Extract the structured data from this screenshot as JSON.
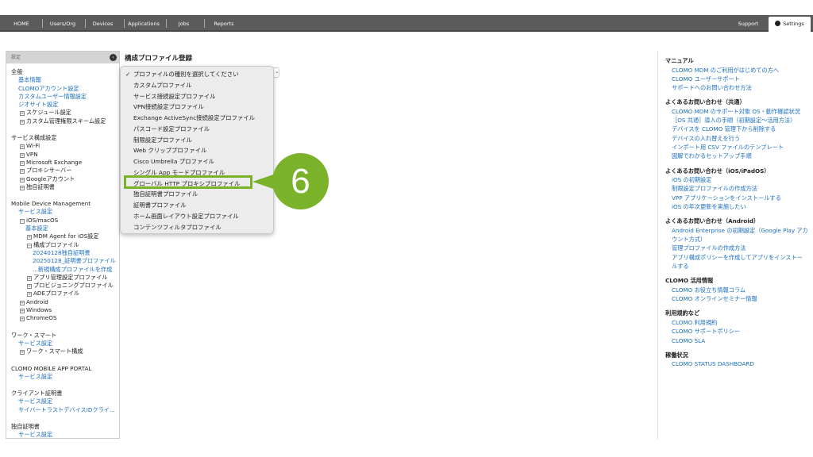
{
  "topnav": {
    "items": [
      "HOME",
      "Users/Org",
      "Devices",
      "Applications",
      "Jobs",
      "Reports"
    ],
    "support": "Support",
    "settings": "Settings"
  },
  "sidebar": {
    "header": "設定",
    "sections": [
      {
        "title": "全般",
        "items": [
          {
            "t": "基本情報",
            "k": "link",
            "l": 1
          },
          {
            "t": "CLOMOアカウント設定",
            "k": "link",
            "l": 1
          },
          {
            "t": "カスタムユーザー情報設定",
            "k": "link",
            "l": 1
          },
          {
            "t": "ジオサイト設定",
            "k": "link",
            "l": 1
          },
          {
            "t": "スケジュール設定",
            "k": "exp",
            "l": 1
          },
          {
            "t": "カスタム管理権限スキーム設定",
            "k": "exp",
            "l": 1
          }
        ]
      },
      {
        "title": "サービス構成設定",
        "items": [
          {
            "t": "Wi-Fi",
            "k": "exp",
            "l": 1
          },
          {
            "t": "VPN",
            "k": "exp",
            "l": 1
          },
          {
            "t": "Microsoft Exchange",
            "k": "exp",
            "l": 1
          },
          {
            "t": "プロキシサーバー",
            "k": "exp",
            "l": 1
          },
          {
            "t": "Googleアカウント",
            "k": "exp",
            "l": 1
          },
          {
            "t": "独自証明書",
            "k": "exp",
            "l": 1
          }
        ]
      },
      {
        "title": "Mobile Device Management",
        "items": [
          {
            "t": "サービス設定",
            "k": "link",
            "l": 1
          },
          {
            "t": "iOS/macOS",
            "k": "col",
            "l": 1
          },
          {
            "t": "基本設定",
            "k": "link",
            "l": 2
          },
          {
            "t": "MDM Agent for iOS設定",
            "k": "exp",
            "l": 2
          },
          {
            "t": "構成プロファイル",
            "k": "col",
            "l": 2
          },
          {
            "t": "20240128独自証明書",
            "k": "link",
            "l": 3
          },
          {
            "t": "20250128_証明書プロファイル",
            "k": "link",
            "l": 3
          },
          {
            "t": "...新規構成プロファイルを作成",
            "k": "link",
            "l": 3
          },
          {
            "t": "アプリ管理設定プロファイル",
            "k": "exp",
            "l": 2
          },
          {
            "t": "プロビジョニングプロファイル",
            "k": "exp",
            "l": 2
          },
          {
            "t": "ADEプロファイル",
            "k": "exp",
            "l": 2
          },
          {
            "t": "Android",
            "k": "exp",
            "l": 1
          },
          {
            "t": "Windows",
            "k": "exp",
            "l": 1
          },
          {
            "t": "ChromeOS",
            "k": "exp",
            "l": 1
          }
        ]
      },
      {
        "title": "ワーク・スマート",
        "items": [
          {
            "t": "サービス設定",
            "k": "link",
            "l": 1
          },
          {
            "t": "ワーク・スマート構成",
            "k": "exp",
            "l": 1
          }
        ]
      },
      {
        "title": "CLOMO MOBILE APP PORTAL",
        "items": [
          {
            "t": "サービス設定",
            "k": "link",
            "l": 1
          }
        ]
      },
      {
        "title": "クライアント証明書",
        "items": [
          {
            "t": "サービス設定",
            "k": "link",
            "l": 1
          },
          {
            "t": "サイバートラストデバイスIDクライ...",
            "k": "link",
            "l": 1
          }
        ]
      },
      {
        "title": "独自証明書",
        "items": [
          {
            "t": "サービス設定",
            "k": "link",
            "l": 1
          }
        ]
      }
    ]
  },
  "main": {
    "title": "構成プロファイル登録",
    "dropdown": {
      "selected_index": 0,
      "highlighted_index": 10,
      "options": [
        "プロファイルの種別を選択してください",
        "カスタムプロファイル",
        "サービス接続設定プロファイル",
        "VPN接続設定プロファイル",
        "Exchange ActiveSync接続設定プロファイル",
        "パスコード設定プロファイル",
        "制限設定プロファイル",
        "Web クリッププロファイル",
        "Cisco Umbrella プロファイル",
        "シングル App モードプロファイル",
        "グローバル HTTP プロキシプロファイル",
        "独自証明書プロファイル",
        "証明書プロファイル",
        "ホーム画面レイアウト設定プロファイル",
        "コンテンツフィルタプロファイル"
      ]
    },
    "callout_number": "6",
    "accent": "#7ab22a"
  },
  "rightpanel": {
    "sections": [
      {
        "title": "マニュアル",
        "links": [
          "CLOMO MDM のご利用がはじめての方へ",
          "CLOMO ユーザーサポート",
          "サポートへのお問い合わせ方法"
        ]
      },
      {
        "title": "よくあるお問い合わせ（共通）",
        "links": [
          "CLOMO MDM のサポート対象 OS・動作確認状況",
          "［OS 共通］導入の手順（初期設定〜活用方法）",
          "デバイスを CLOMO 管理下から削除する",
          "デバイスの入れ替えを行う",
          "インポート用 CSV ファイルのテンプレート",
          "図解でわかるセットアップ手順"
        ]
      },
      {
        "title": "よくあるお問い合わせ（iOS/iPadOS）",
        "links": [
          "iOS の初期設定",
          "制限設定プロファイルの作成方法",
          "VPP アプリケーションをインストールする",
          "iOS の年次更新を実施したい"
        ]
      },
      {
        "title": "よくあるお問い合わせ（Android）",
        "links": [
          "Android Enterprise の初期設定（Google Play アカウント方式）",
          "管理プロファイルの作成方法",
          "アプリ構成ポリシーを作成してアプリをインストールする"
        ]
      },
      {
        "title": "CLOMO 活用情報",
        "links": [
          "CLOMO お役立ち情報コラム",
          "CLOMO オンラインセミナー情報"
        ]
      },
      {
        "title": "利用規約など",
        "links": [
          "CLOMO 利用規約",
          "CLOMO サポートポリシー",
          "CLOMO SLA"
        ]
      },
      {
        "title": "稼働状況",
        "links": [
          "CLOMO STATUS DASHBOARD"
        ]
      }
    ]
  }
}
